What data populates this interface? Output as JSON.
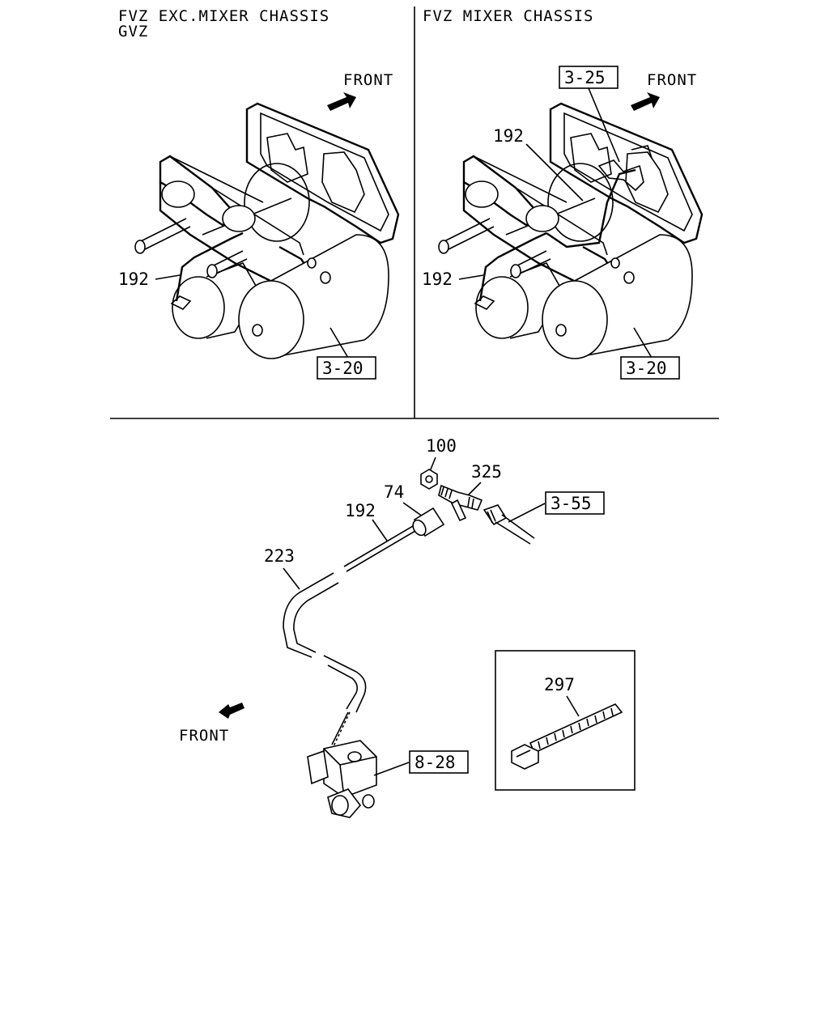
{
  "panels": {
    "top_left": {
      "title_line1": "FVZ EXC.MIXER CHASSIS",
      "title_line2": "GVZ",
      "front": "FRONT",
      "callouts": {
        "pipe": "192",
        "ref_tank": "3-20"
      }
    },
    "top_right": {
      "title": "FVZ MIXER CHASSIS",
      "front": "FRONT",
      "callouts": {
        "ref_top": "3-25",
        "pipe_upper": "192",
        "pipe_lower": "192",
        "ref_tank": "3-20"
      }
    },
    "bottom": {
      "front": "FRONT",
      "callouts": {
        "nut": "100",
        "tee": "325",
        "sleeve": "74",
        "pipe": "192",
        "hose": "223",
        "ref_hose": "3-55",
        "ref_valve": "8-28",
        "clip": "297"
      }
    }
  }
}
